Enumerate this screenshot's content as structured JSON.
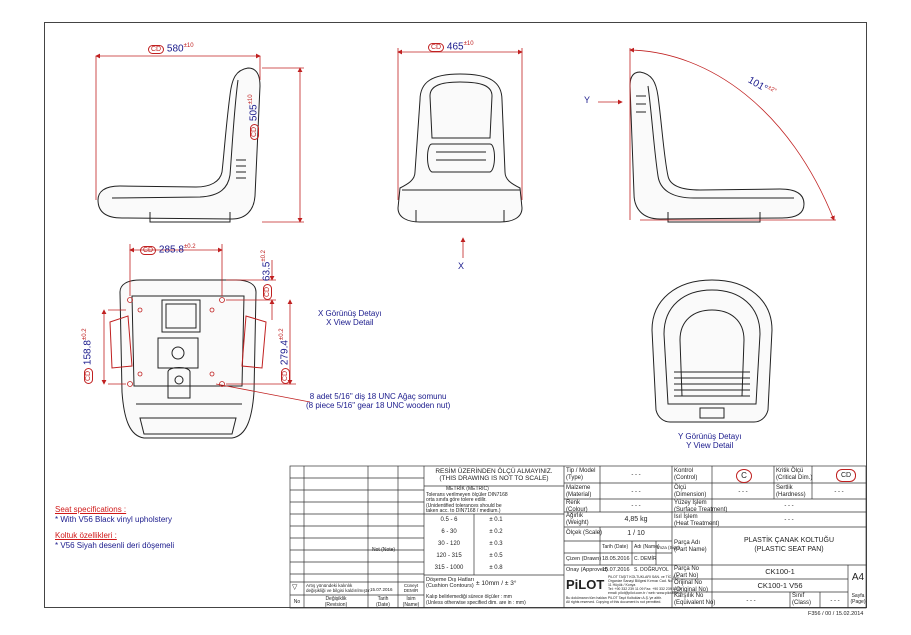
{
  "views": {
    "x_view": [
      "X Görünüş Detayı",
      "X View Detail"
    ],
    "y_view": [
      "Y Görünüş Detayı",
      "Y View Detail"
    ],
    "x_arrow": "X",
    "y_arrow": "Y"
  },
  "dims": {
    "cd": "CD",
    "side_width": "580",
    "side_width_tol": "±10",
    "front_width": "465",
    "front_width_tol": "±10",
    "height": "505",
    "height_tol": "±10",
    "angle": "101°",
    "angle_tol": "±2°",
    "hole_spacing": "285.8",
    "hole_spacing_tol": "±0.2",
    "top_offset": "63.5",
    "top_offset_tol": "±0.2",
    "side_offset": "158.8",
    "side_offset_tol": "±0.2",
    "vertical_spacing": "279.4",
    "vertical_spacing_tol": "±0.2"
  },
  "bolt_note": [
    "8 adet 5/16\" diş 18 UNC Ağaç somunu",
    "(8 piece 5/16\" gear 18 UNC wooden nut)"
  ],
  "specs": {
    "en_title": "Seat specifications :",
    "en_item": "* With V56 Black vinyl upholstery",
    "tr_title": "Koltuk özellikleri :",
    "tr_item": "* V56 Siyah desenli deri döşemeli"
  },
  "title_block": {
    "scale_note": [
      "RESİM ÜZERİNDEN ÖLÇÜ ALMAYINIZ.",
      "(THIS DRAWING IS NOT TO SCALE)"
    ],
    "metric": "METRİK   (METRIC)",
    "tol_note": [
      "Tolerans verilmeyen ölçüler DIN7168",
      "orta sınıfa göre tolere edilir.",
      "(Unidentified tolerances should be",
      "taken acc. to DIN7168 / medium.)"
    ],
    "tolerances": [
      {
        "range": "0.5 - 6",
        "tol": "± 0.1"
      },
      {
        "range": "6 - 30",
        "tol": "± 0.2"
      },
      {
        "range": "30 - 120",
        "tol": "± 0.3"
      },
      {
        "range": "120 - 315",
        "tol": "± 0.5"
      },
      {
        "range": "315 - 1000",
        "tol": "± 0.8"
      }
    ],
    "cushion": [
      "Döşeme Dış Hatları",
      "(Cushion Contours)"
    ],
    "cushion_val": "± 10mm / ± 3°",
    "type_label": [
      "Tip / Model",
      "(Type)"
    ],
    "type_val": "- - -",
    "material_label": [
      "Malzeme",
      "(Material)"
    ],
    "material_val": "- - -",
    "colour_label": [
      "Renk",
      "(Colour)"
    ],
    "colour_val": "- - -",
    "weight_label": [
      "Ağırlık",
      "(Weight)"
    ],
    "weight_val": "4,85 kg",
    "scale_label": "Ölçek (Scale)",
    "scale_val": "1 / 10",
    "date_label": "Tarih (Date)",
    "name_label": "Adı (Name)",
    "sign_label": "İmza (Sign)",
    "drawn_label": "Çizen (Drawn)",
    "drawn_date": "18.05.2016",
    "drawn_name": "C. DEMİR",
    "approved_label": "Onay (Approved)",
    "approved_date": "15.07.2016",
    "approved_name": "S. DOĞRUYOL",
    "control_label": [
      "Kontrol",
      "(Control)"
    ],
    "control_val": "C",
    "critical_label": [
      "Kritik Ölçü",
      "(Critical Dim.)"
    ],
    "critical_val": "CD",
    "dimension_label": [
      "Ölçü",
      "(Dimension)"
    ],
    "dimension_val": "- - -",
    "hardness_label": [
      "Sertlik",
      "(Hardness)"
    ],
    "hardness_val": "- - -",
    "surface_label": [
      "Yüzey İşlem",
      "(Surface Treatment)"
    ],
    "surface_val": "- - -",
    "heat_label": [
      "Isıl İşlem",
      "(Heat Treatment)"
    ],
    "heat_val": "- - -",
    "part_name_label": [
      "Parça Adı",
      "(Part Name)"
    ],
    "part_name": [
      "PLASTİK ÇANAK KOLTUĞU",
      "(PLASTIC SEAT PAN)"
    ],
    "part_no_label": [
      "Parça No",
      "(Part No)"
    ],
    "part_no": "CK100-1",
    "orig_no_label": [
      "Orijinal No",
      "(Original No)"
    ],
    "orig_no": "CK100-1 V56",
    "equiv_label": [
      "Karşılık No",
      "(Eqüivalent No)"
    ],
    "equiv_val": "- - -",
    "class_label": [
      "Sınıf",
      "(Class)"
    ],
    "class_val": "- - -",
    "page_label": [
      "Sayfa",
      "(Page)"
    ],
    "sheet_size": "A4",
    "logo": "PiLOT",
    "company": [
      "PiLOT TAŞIT KOLTUKLARI SAN. ve TİC. A.Ş.",
      "Organize Sanayi Bölgesi Kırmızı Cad. No:",
      "11 Hüyük / Konya",
      "Tel: +90 332 239 11 09  Fax: +90 332 239 11 03",
      "email: pilot@pilot.com.tr / web: www.pilot.com.tr"
    ],
    "copyright": [
      "Bu dokümanın tüm hakları PiLOT Taşıt Koltukları A.Ş.'ye aittir.",
      "All rights reserved. Copying of this document is not permitted."
    ],
    "note_label": "Not (Note)",
    "rev_note": [
      "Artış yönündeki kalınlık",
      "değişikliği ve bilgisi kaldırılmıştır."
    ],
    "rev_date": "15.07.2016",
    "rev_name": [
      "Cüneyt",
      "DEMİR"
    ],
    "rev_headers": {
      "no": "No",
      "rev": [
        "Değişiklik",
        "(Revision)"
      ],
      "date": [
        "Tarih",
        "(Date)"
      ],
      "name": [
        "İsim",
        "(Name)"
      ]
    },
    "dims_note": [
      "Kalıp belirlemediği sürece ölçüler : mm",
      "(Unless otherwise specified dim. are in : mm)"
    ],
    "form_code": "F356 / 00 / 15.02.2014"
  }
}
